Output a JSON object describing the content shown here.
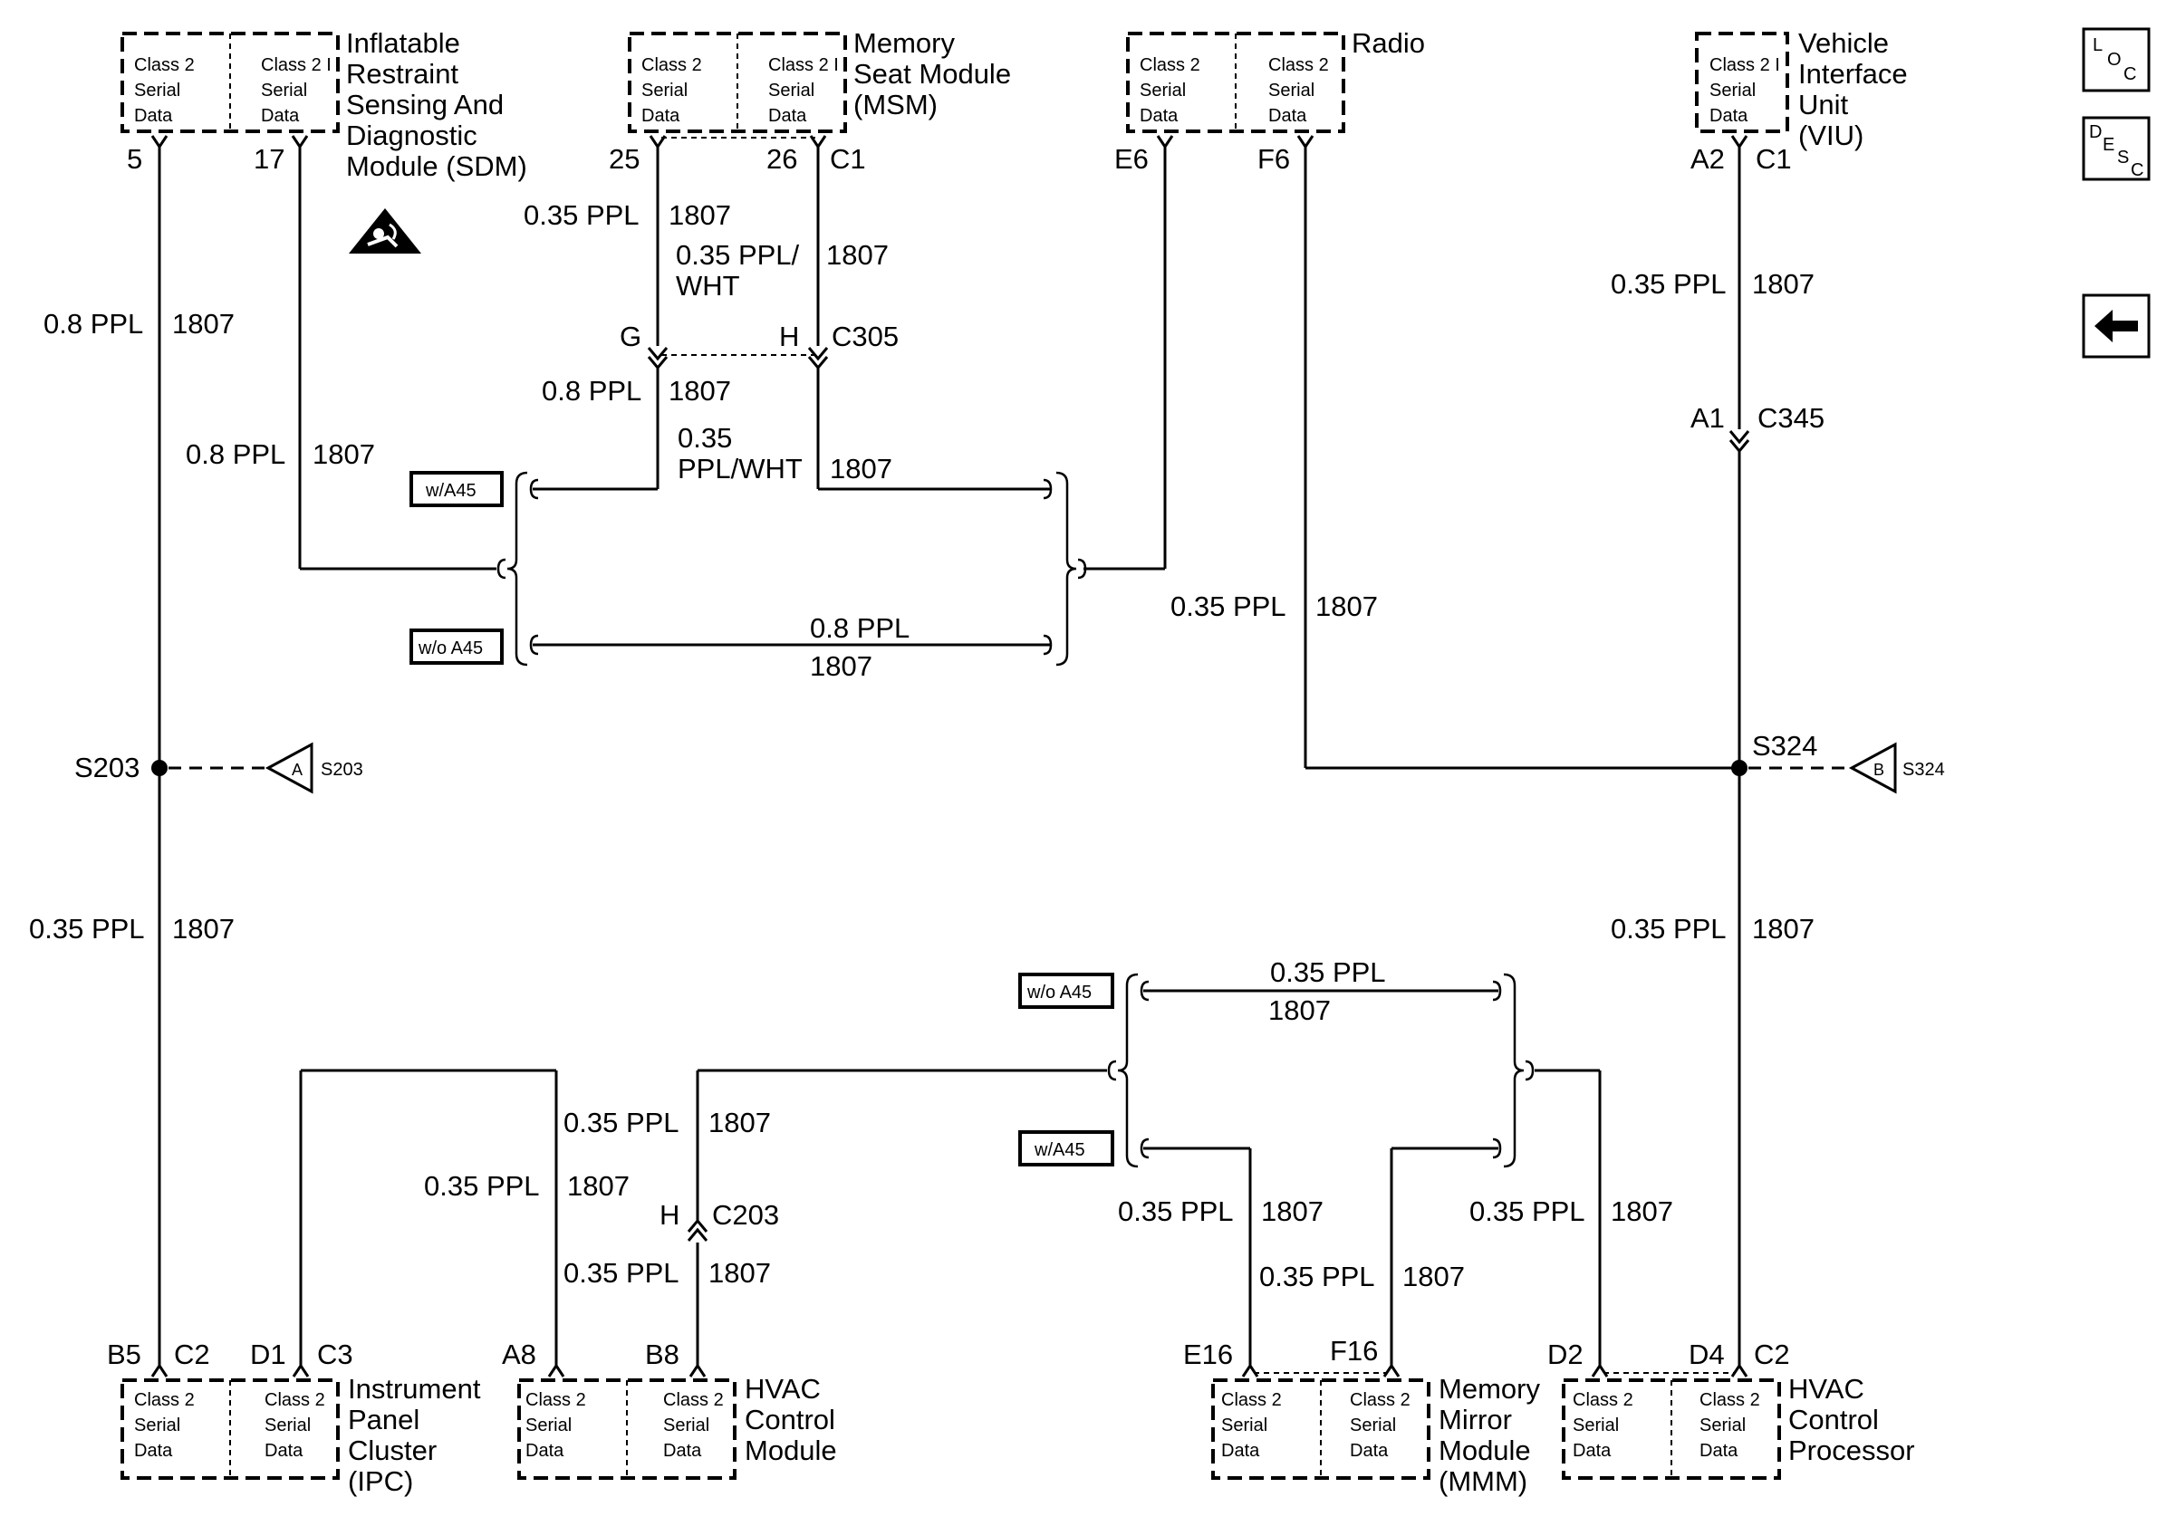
{
  "components": {
    "sdm": {
      "name": [
        "Inflatable",
        "Restraint",
        "Sensing And",
        "Diagnostic",
        "Module (SDM)"
      ],
      "pin1": "5",
      "pin2": "17"
    },
    "msm": {
      "name": [
        "Memory",
        "Seat Module",
        "(MSM)"
      ],
      "pin1": "25",
      "pin2": "26",
      "conn": "C1"
    },
    "radio": {
      "name": [
        "Radio"
      ],
      "pin1": "E6",
      "pin2": "F6"
    },
    "viu": {
      "name": [
        "Vehicle",
        "Interface",
        "Unit",
        "(VIU)"
      ],
      "pin1": "A2",
      "conn": "C1"
    },
    "ipc": {
      "name": [
        "Instrument",
        "Panel",
        "Cluster",
        "(IPC)"
      ],
      "pin1": "B5",
      "conn1": "C2",
      "pin2": "D1",
      "conn2": "C3"
    },
    "hvac_module": {
      "name": [
        "HVAC",
        "Control",
        "Module"
      ],
      "pin1": "A8",
      "pin2": "B8"
    },
    "mmm": {
      "name": [
        "Memory",
        "Mirror",
        "Module",
        "(MMM)"
      ],
      "pin1": "E16",
      "pin2": "F16"
    },
    "hvac_processor": {
      "name": [
        "HVAC",
        "Control",
        "Processor"
      ],
      "pin1": "D2",
      "pin2": "D4",
      "conn": "C2"
    }
  },
  "serial_label": [
    "Class 2",
    "Serial",
    "Data"
  ],
  "serial_label_alt": [
    "Class 2 I",
    "Serial",
    "Data"
  ],
  "wires": {
    "w_0_8_ppl": "0.8 PPL",
    "w_0_35_ppl": "0.35 PPL",
    "w_0_35_ppl_wht_a": "0.35 PPL/",
    "w_0_35_ppl_wht_b": "WHT",
    "w_0_35": "0.35",
    "w_ppl_wht": "PPL/WHT",
    "circuit": "1807"
  },
  "connectors": {
    "c305": "C305",
    "c305_g": "G",
    "c305_h": "H",
    "c345": "C345",
    "c345_pin": "A1",
    "c203": "C203",
    "c203_pin": "H"
  },
  "splices": {
    "s203": "S203",
    "s324": "S324",
    "ref_a": "A",
    "ref_b": "B"
  },
  "options": {
    "with_a45": "w/A45",
    "without_a45": "w/o A45"
  },
  "nav": {
    "loc": [
      "L",
      "O",
      "C"
    ],
    "desc": [
      "D",
      "E",
      "S",
      "C"
    ]
  },
  "icons": {
    "airbag": "airbag-warning-icon",
    "back": "back-arrow-icon"
  }
}
